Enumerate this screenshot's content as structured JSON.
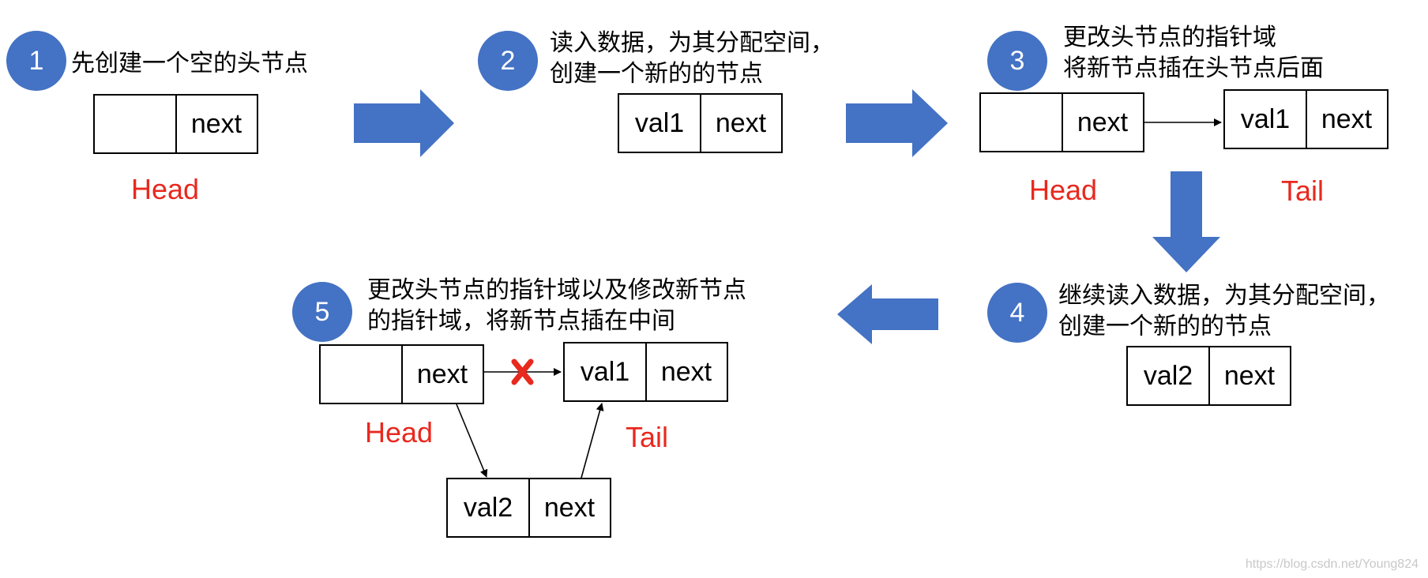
{
  "steps": [
    {
      "number": "1",
      "caption_lines": [
        "先创建一个空的头节点"
      ]
    },
    {
      "number": "2",
      "caption_lines": [
        "读入数据，为其分配空间，",
        "创建一个新的的节点"
      ]
    },
    {
      "number": "3",
      "caption_lines": [
        "更改头节点的指针域",
        "将新节点插在头节点后面"
      ]
    },
    {
      "number": "4",
      "caption_lines": [
        "继续读入数据，为其分配空间，",
        "创建一个新的的节点"
      ]
    },
    {
      "number": "5",
      "caption_lines": [
        "更改头节点的指针域以及修改新节点",
        "的指针域，将新节点插在中间"
      ]
    }
  ],
  "nodes": {
    "s1_head": {
      "value": "",
      "next": "next"
    },
    "s2_val1": {
      "value": "val1",
      "next": "next"
    },
    "s3_head": {
      "value": "",
      "next": "next"
    },
    "s3_val1": {
      "value": "val1",
      "next": "next"
    },
    "s4_val2": {
      "value": "val2",
      "next": "next"
    },
    "s5_head": {
      "value": "",
      "next": "next"
    },
    "s5_val1": {
      "value": "val1",
      "next": "next"
    },
    "s5_val2": {
      "value": "val2",
      "next": "next"
    }
  },
  "labels": {
    "head": "Head",
    "tail": "Tail"
  },
  "watermark": "https://blog.csdn.net/Young824",
  "colors": {
    "step_circle": "#4472c4",
    "flow_arrow": "#4472c4",
    "label_text": "#e8291e",
    "cross_mark": "#e8291e"
  }
}
